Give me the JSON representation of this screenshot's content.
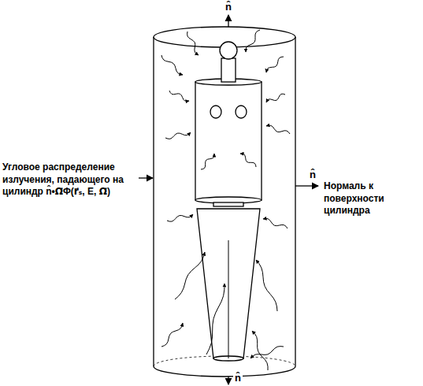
{
  "diagram": {
    "labels": [
      "n̂",
      "Угловое распределение излучения, падающего на цилиндр n̂•Ω⃗Φ(r⃗ₛ, E, Ω⃗)",
      "n̂",
      "Нормаль к поверхности цилиндра",
      "n̂"
    ]
  }
}
